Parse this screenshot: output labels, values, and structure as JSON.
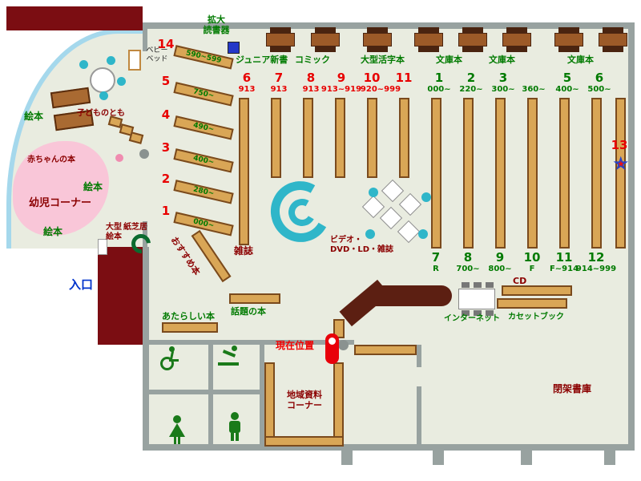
{
  "icons": {
    "star": "★"
  },
  "children_area": {
    "ehon_top": "絵本",
    "ehon_mid": "絵本",
    "ehon_bottom": "絵本",
    "baby_books": "赤ちゃんの本",
    "infant_corner": "幼児コーナー",
    "kodomo_no_tomo": "子どものとも",
    "baby_bed_line1": "ベビー",
    "baby_bed_line2": "ベッド",
    "large_picture_line1": "大型",
    "large_picture_line2": "絵本",
    "kamishibai": "紙芝居",
    "recommended_books": "おすすめ本"
  },
  "entrance": "入口",
  "magnifier_line1": "拡大",
  "magnifier_line2": "読書器",
  "diag_shelves": [
    {
      "num": "14",
      "range": "590~599"
    },
    {
      "num": "5",
      "range": "750~"
    },
    {
      "num": "4",
      "range": "490~"
    },
    {
      "num": "3",
      "range": "400~"
    },
    {
      "num": "2",
      "range": "280~"
    },
    {
      "num": "1",
      "range": "000~"
    }
  ],
  "sections": [
    "ジュニア新書",
    "コミック",
    "大型活字本",
    "文庫本",
    "文庫本",
    "文庫本"
  ],
  "top_red_nums": [
    "6",
    "7",
    "8",
    "9",
    "10",
    "11"
  ],
  "top_red_ranges": [
    "913",
    "913",
    "913",
    "913~919",
    "920~999"
  ],
  "top_green_nums": [
    "1",
    "2",
    "3",
    "5",
    "6"
  ],
  "top_green_ranges": [
    "000~",
    "220~",
    "300~",
    "360~",
    "400~",
    "500~"
  ],
  "bottom_green_nums": [
    "7",
    "8",
    "9",
    "10",
    "11",
    "12"
  ],
  "bottom_green_ranges": [
    "R",
    "700~",
    "800~",
    "F",
    "F~914",
    "914~999"
  ],
  "shelf_13": "13",
  "zasshi": "雑誌",
  "av_line1": "ビデオ・",
  "av_line2": "DVD・LD・雑誌",
  "new_books": "あたらしい本",
  "topic_books": "話題の本",
  "current_location": "現在位置",
  "cd": "CD",
  "internet": "インターネット",
  "cassette_book": "カセットブック",
  "local_room_line1": "地域資料",
  "local_room_line2": "コーナー",
  "closed_stacks": "閉架書庫"
}
